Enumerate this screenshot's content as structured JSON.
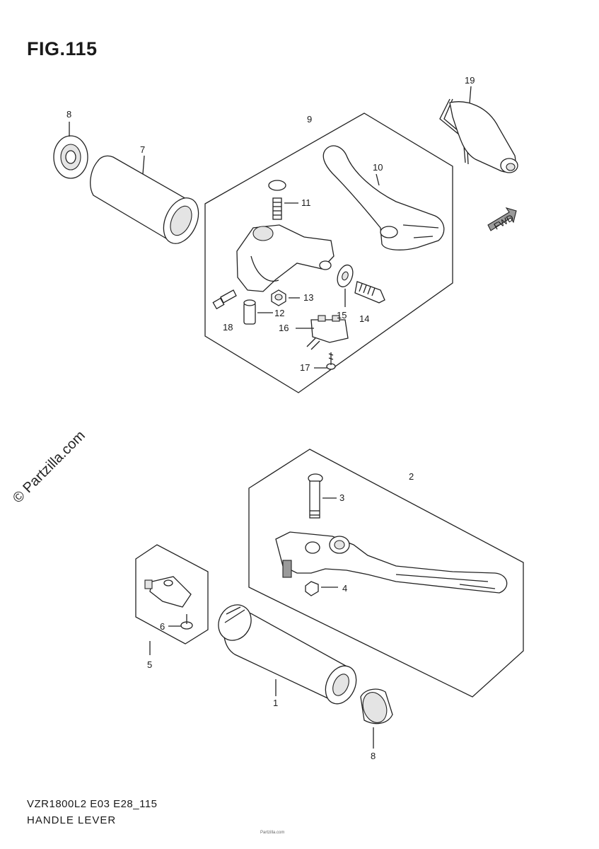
{
  "figure": {
    "title": "FIG.115"
  },
  "footer": {
    "model_code": "VZR1800L2 E03 E28_115",
    "section_name": "HANDLE LEVER",
    "tiny_note": "Partzilla.com"
  },
  "watermark": {
    "text": "© Partzilla.com"
  },
  "fwd_marker": {
    "label": "FWD"
  },
  "callouts": {
    "c1": "1",
    "c2": "2",
    "c3": "3",
    "c4": "4",
    "c5": "5",
    "c6": "6",
    "c7": "7",
    "c8a": "8",
    "c8b": "8",
    "c9": "9",
    "c10": "10",
    "c11": "11",
    "c12": "12",
    "c13": "13",
    "c14": "14",
    "c15": "15",
    "c16": "16",
    "c17": "17",
    "c18": "18",
    "c19": "19"
  }
}
